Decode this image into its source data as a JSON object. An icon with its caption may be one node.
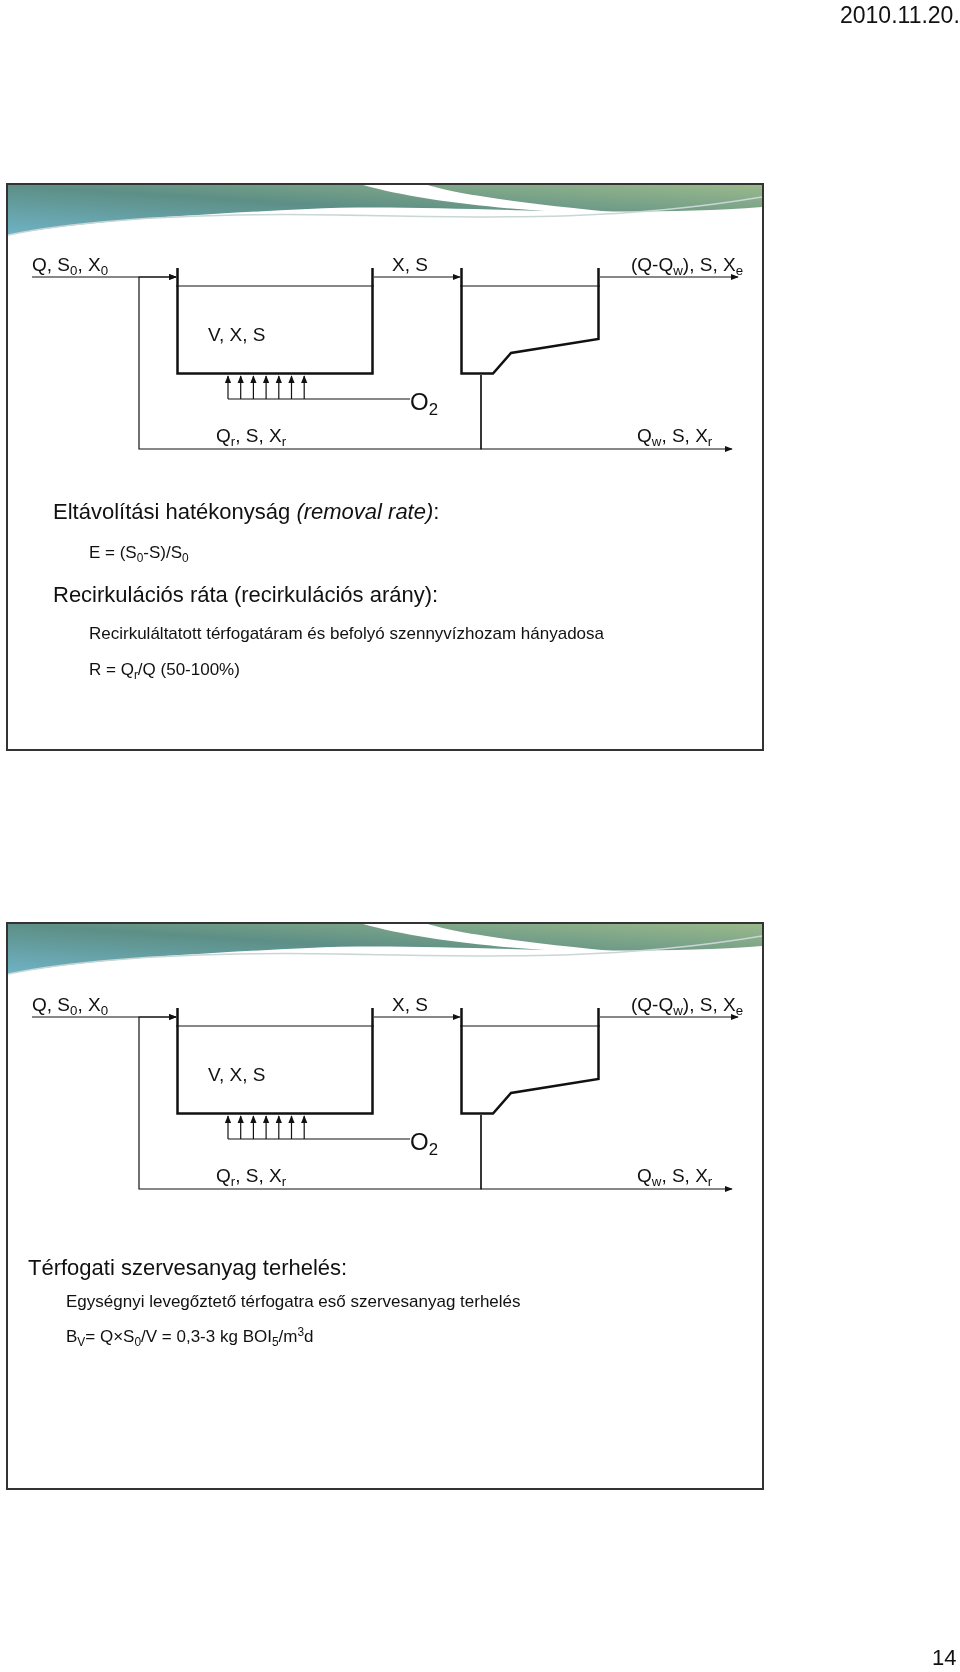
{
  "diagram": {
    "nodes": [
      {
        "text": [
          "V, X, S"
        ]
      },
      {
        "text": [],
        "shape": "box"
      },
      {
        "text": [
          "O$_{2}$"
        ]
      },
      {
        "text": [
          "V, X, S"
        ]
      },
      {
        "text": [],
        "shape": "box"
      },
      {
        "text": [
          "O$_{2}$"
        ]
      }
    ],
    "edges": [
      {
        "from": null,
        "to": 0,
        "arrow": "to",
        "label": "Q, S$_{0}$, X$_{0}$"
      },
      {
        "from": 0,
        "to": 1,
        "arrow": "to",
        "label": "X, S"
      },
      {
        "from": 1,
        "to": null,
        "arrow": "to",
        "label": "(Q-Q$_{w}$), S, X$_{e}$"
      },
      {
        "from": 1,
        "to": null,
        "arrow": "to",
        "label": "Q$_{w}$, S, X$_{r}$"
      },
      {
        "from": 1,
        "to": 0,
        "arrow": "to",
        "label": "Q$_{r}$, S, X$_{r}$"
      },
      {
        "from": 2,
        "to": 0,
        "arrow": "to"
      },
      {
        "from": null,
        "to": 3,
        "arrow": "to",
        "label": "Q, S$_{0}$, X$_{0}$"
      },
      {
        "from": 3,
        "to": 4,
        "arrow": "to",
        "label": "X, S"
      },
      {
        "from": 4,
        "to": null,
        "arrow": "to",
        "label": "(Q-Q$_{w}$), S, X$_{e}$"
      },
      {
        "from": 4,
        "to": null,
        "arrow": "to",
        "label": "Q$_{w}$, S, X$_{r}$"
      },
      {
        "from": 4,
        "to": 3,
        "arrow": "to",
        "label": "Q$_{r}$, S, X$_{r}$"
      },
      {
        "from": 5,
        "to": 3,
        "arrow": "to"
      }
    ],
    "labels": [
      "2010.11.20.",
      "Eltávolítási hatékonyság *(removal rate)*:",
      "E = (S$_{0}$-S)/S$_{0}$",
      "Recirkulációs ráta (recirkulációs arány):",
      "Recirkuláltatott térfogatáram és befolyó szennyvízhozam hányadosa",
      "R = Q$_{r}$/Q (50-100%)",
      "Térfogati szervesanyag terhelés:",
      "Egységnyi levegőztető térfogatra eső szervesanyag terhelés",
      "B$_{V}$= Q×S$_{0}$/V  = 0,3-3 kg BOI$_{5}$/m$^{3}$d",
      "14"
    ]
  }
}
